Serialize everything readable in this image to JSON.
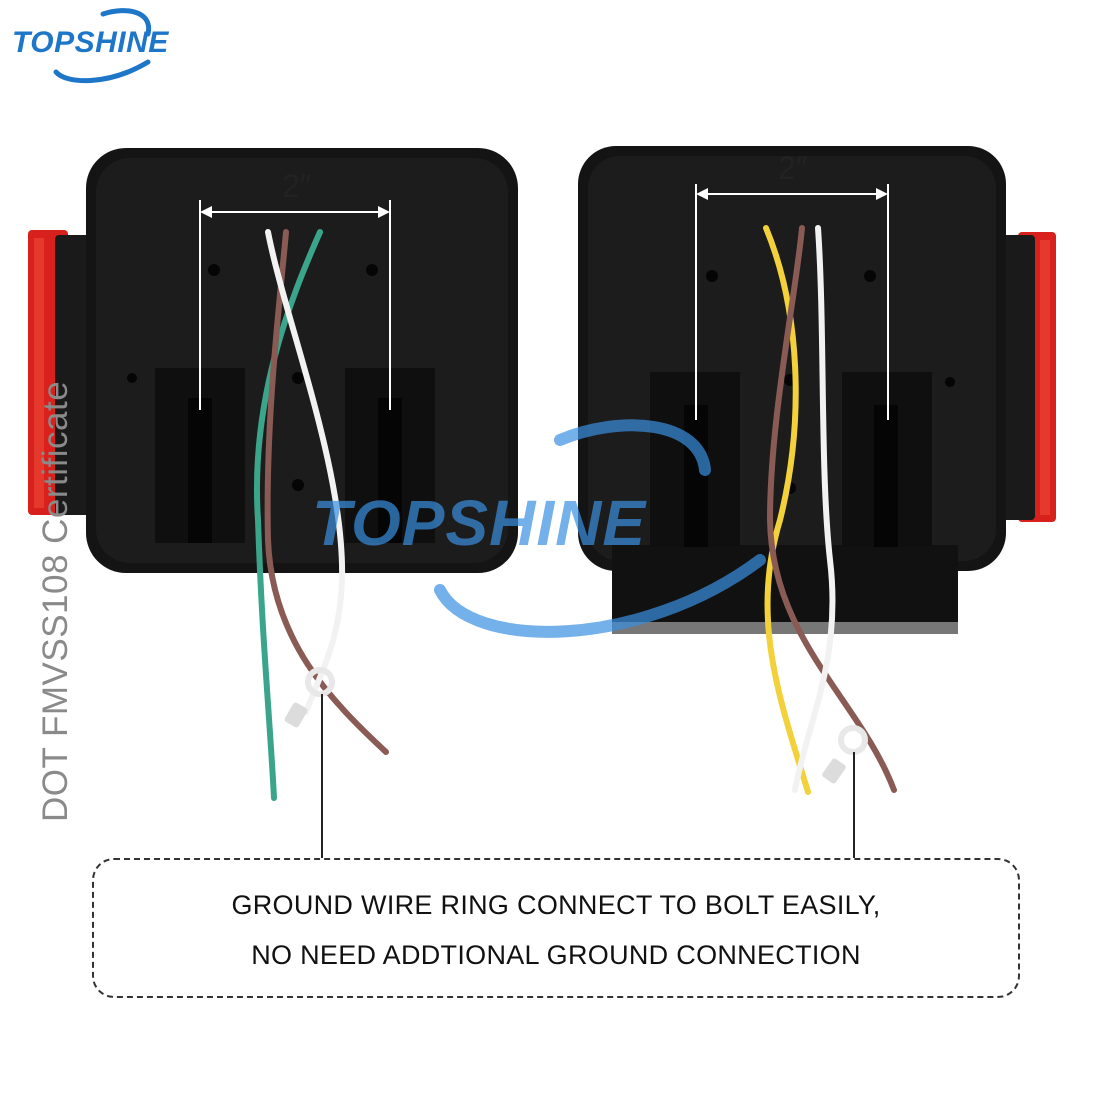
{
  "brand": {
    "name": "TOPSHINE",
    "color": "#1e76c9"
  },
  "certificate": "DOT FMVSS108 Certificate",
  "dimensions": {
    "left": "2″",
    "right": "2″"
  },
  "callout": {
    "line1": "GROUND WIRE RING CONNECT TO BOLT EASILY,",
    "line2": "NO NEED ADDTIONAL GROUND CONNECTION"
  },
  "colors": {
    "housing": "#141414",
    "reflector": "#d8211c",
    "wire_green": "#3aa58a",
    "wire_brown": "#8a5a55",
    "wire_white": "#f2f2f2",
    "wire_yellow": "#f2d13a"
  }
}
